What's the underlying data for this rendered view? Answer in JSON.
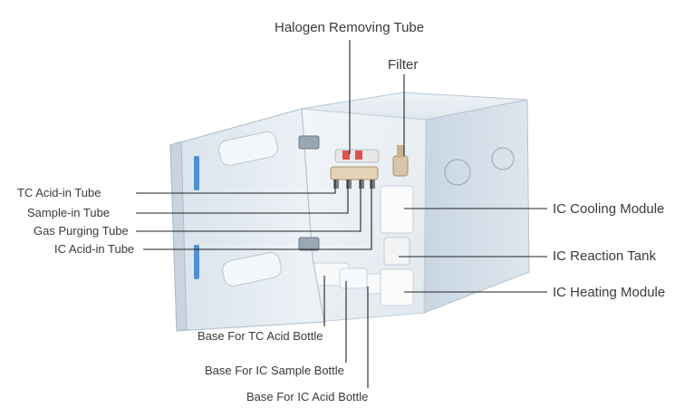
{
  "labels": {
    "halogen": "Halogen Removing Tube",
    "filter": "Filter",
    "tc_acid_in": "TC Acid-in Tube",
    "sample_in": "Sample-in Tube",
    "gas_purging": "Gas Purging Tube",
    "ic_acid_in": "IC Acid-in Tube",
    "ic_cooling": "IC Cooling Module",
    "ic_reaction": "IC Reaction Tank",
    "ic_heating": "IC Heating Module",
    "base_tc_acid": "Base For TC Acid Bottle",
    "base_ic_sample": "Base For IC Sample Bottle",
    "base_ic_acid": "Base For IC Acid Bottle"
  },
  "colors": {
    "cabinet": "#d7e1ea",
    "door": "#e3ebf2",
    "accent_blue": "#4a90d9",
    "line": "#222222"
  }
}
